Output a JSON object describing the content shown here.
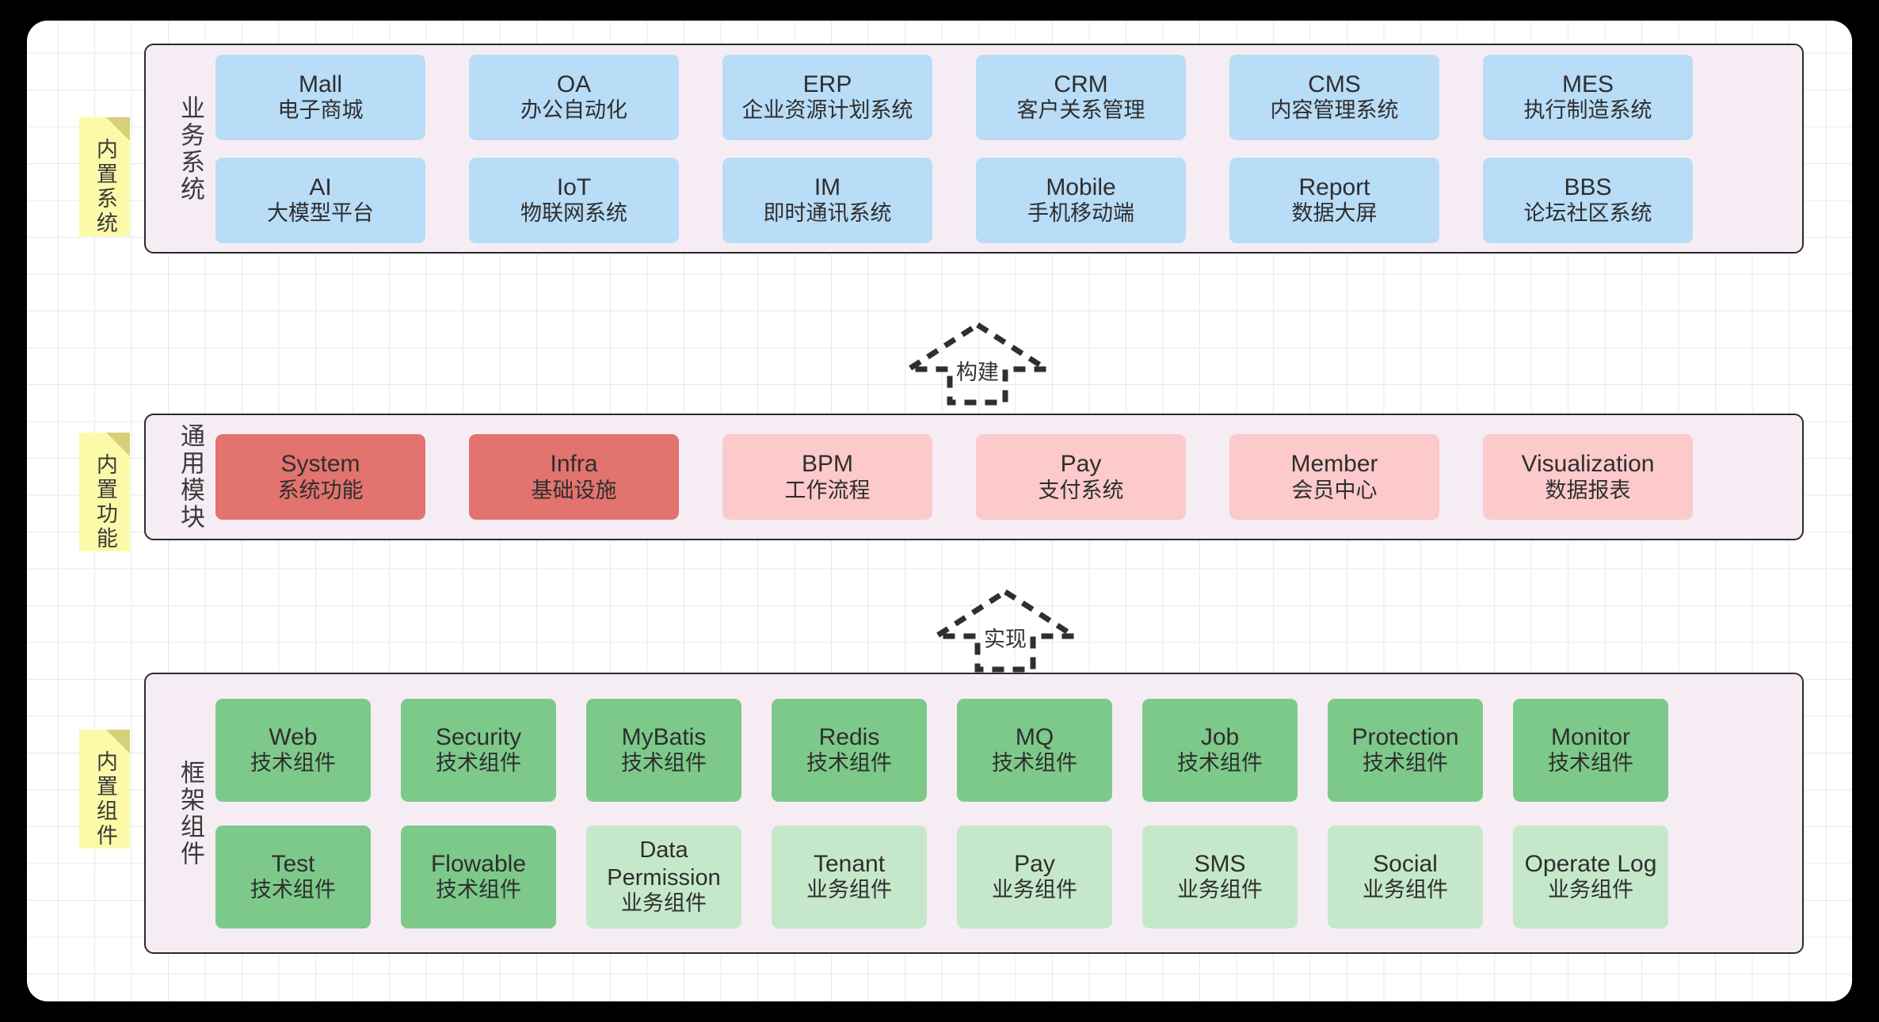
{
  "diagram": {
    "sections": [
      {
        "sticky": "内置系统",
        "label": "业务系统",
        "rows": [
          [
            {
              "title": "Mall",
              "subtitle": "电子商城",
              "style": "blue"
            },
            {
              "title": "OA",
              "subtitle": "办公自动化",
              "style": "blue"
            },
            {
              "title": "ERP",
              "subtitle": "企业资源计划系统",
              "style": "blue"
            },
            {
              "title": "CRM",
              "subtitle": "客户关系管理",
              "style": "blue"
            },
            {
              "title": "CMS",
              "subtitle": "内容管理系统",
              "style": "blue"
            },
            {
              "title": "MES",
              "subtitle": "执行制造系统",
              "style": "blue"
            }
          ],
          [
            {
              "title": "AI",
              "subtitle": "大模型平台",
              "style": "blue"
            },
            {
              "title": "IoT",
              "subtitle": "物联网系统",
              "style": "blue"
            },
            {
              "title": "IM",
              "subtitle": "即时通讯系统",
              "style": "blue"
            },
            {
              "title": "Mobile",
              "subtitle": "手机移动端",
              "style": "blue"
            },
            {
              "title": "Report",
              "subtitle": "数据大屏",
              "style": "blue"
            },
            {
              "title": "BBS",
              "subtitle": "论坛社区系统",
              "style": "blue"
            }
          ]
        ]
      },
      {
        "sticky": "内置功能",
        "label": "通用模块",
        "rows": [
          [
            {
              "title": "System",
              "subtitle": "系统功能",
              "style": "red"
            },
            {
              "title": "Infra",
              "subtitle": "基础设施",
              "style": "red"
            },
            {
              "title": "BPM",
              "subtitle": "工作流程",
              "style": "pink"
            },
            {
              "title": "Pay",
              "subtitle": "支付系统",
              "style": "pink"
            },
            {
              "title": "Member",
              "subtitle": "会员中心",
              "style": "pink"
            },
            {
              "title": "Visualization",
              "subtitle": "数据报表",
              "style": "pink"
            }
          ]
        ]
      },
      {
        "sticky": "内置组件",
        "label": "框架组件",
        "rows": [
          [
            {
              "title": "Web",
              "subtitle": "技术组件",
              "style": "green"
            },
            {
              "title": "Security",
              "subtitle": "技术组件",
              "style": "green"
            },
            {
              "title": "MyBatis",
              "subtitle": "技术组件",
              "style": "green"
            },
            {
              "title": "Redis",
              "subtitle": "技术组件",
              "style": "green"
            },
            {
              "title": "MQ",
              "subtitle": "技术组件",
              "style": "green"
            },
            {
              "title": "Job",
              "subtitle": "技术组件",
              "style": "green"
            },
            {
              "title": "Protection",
              "subtitle": "技术组件",
              "style": "green"
            },
            {
              "title": "Monitor",
              "subtitle": "技术组件",
              "style": "green"
            }
          ],
          [
            {
              "title": "Test",
              "subtitle": "技术组件",
              "style": "green"
            },
            {
              "title": "Flowable",
              "subtitle": "技术组件",
              "style": "green"
            },
            {
              "title": "Data Permission",
              "subtitle": "业务组件",
              "style": "lgreen"
            },
            {
              "title": "Tenant",
              "subtitle": "业务组件",
              "style": "lgreen"
            },
            {
              "title": "Pay",
              "subtitle": "业务组件",
              "style": "lgreen"
            },
            {
              "title": "SMS",
              "subtitle": "业务组件",
              "style": "lgreen"
            },
            {
              "title": "Social",
              "subtitle": "业务组件",
              "style": "lgreen"
            },
            {
              "title": "Operate Log",
              "subtitle": "业务组件",
              "style": "lgreen"
            }
          ]
        ]
      }
    ],
    "connectors": [
      {
        "label": "构建"
      },
      {
        "label": "实现"
      }
    ],
    "colors": {
      "blue": "#b9dcf7",
      "red": "#e2736e",
      "pink": "#fccacb",
      "green": "#7dc98a",
      "light_green": "#c6e8ca",
      "sticky": "#fcfaa8",
      "section_bg": "#f6edf4",
      "border": "#2b2b2b"
    }
  }
}
